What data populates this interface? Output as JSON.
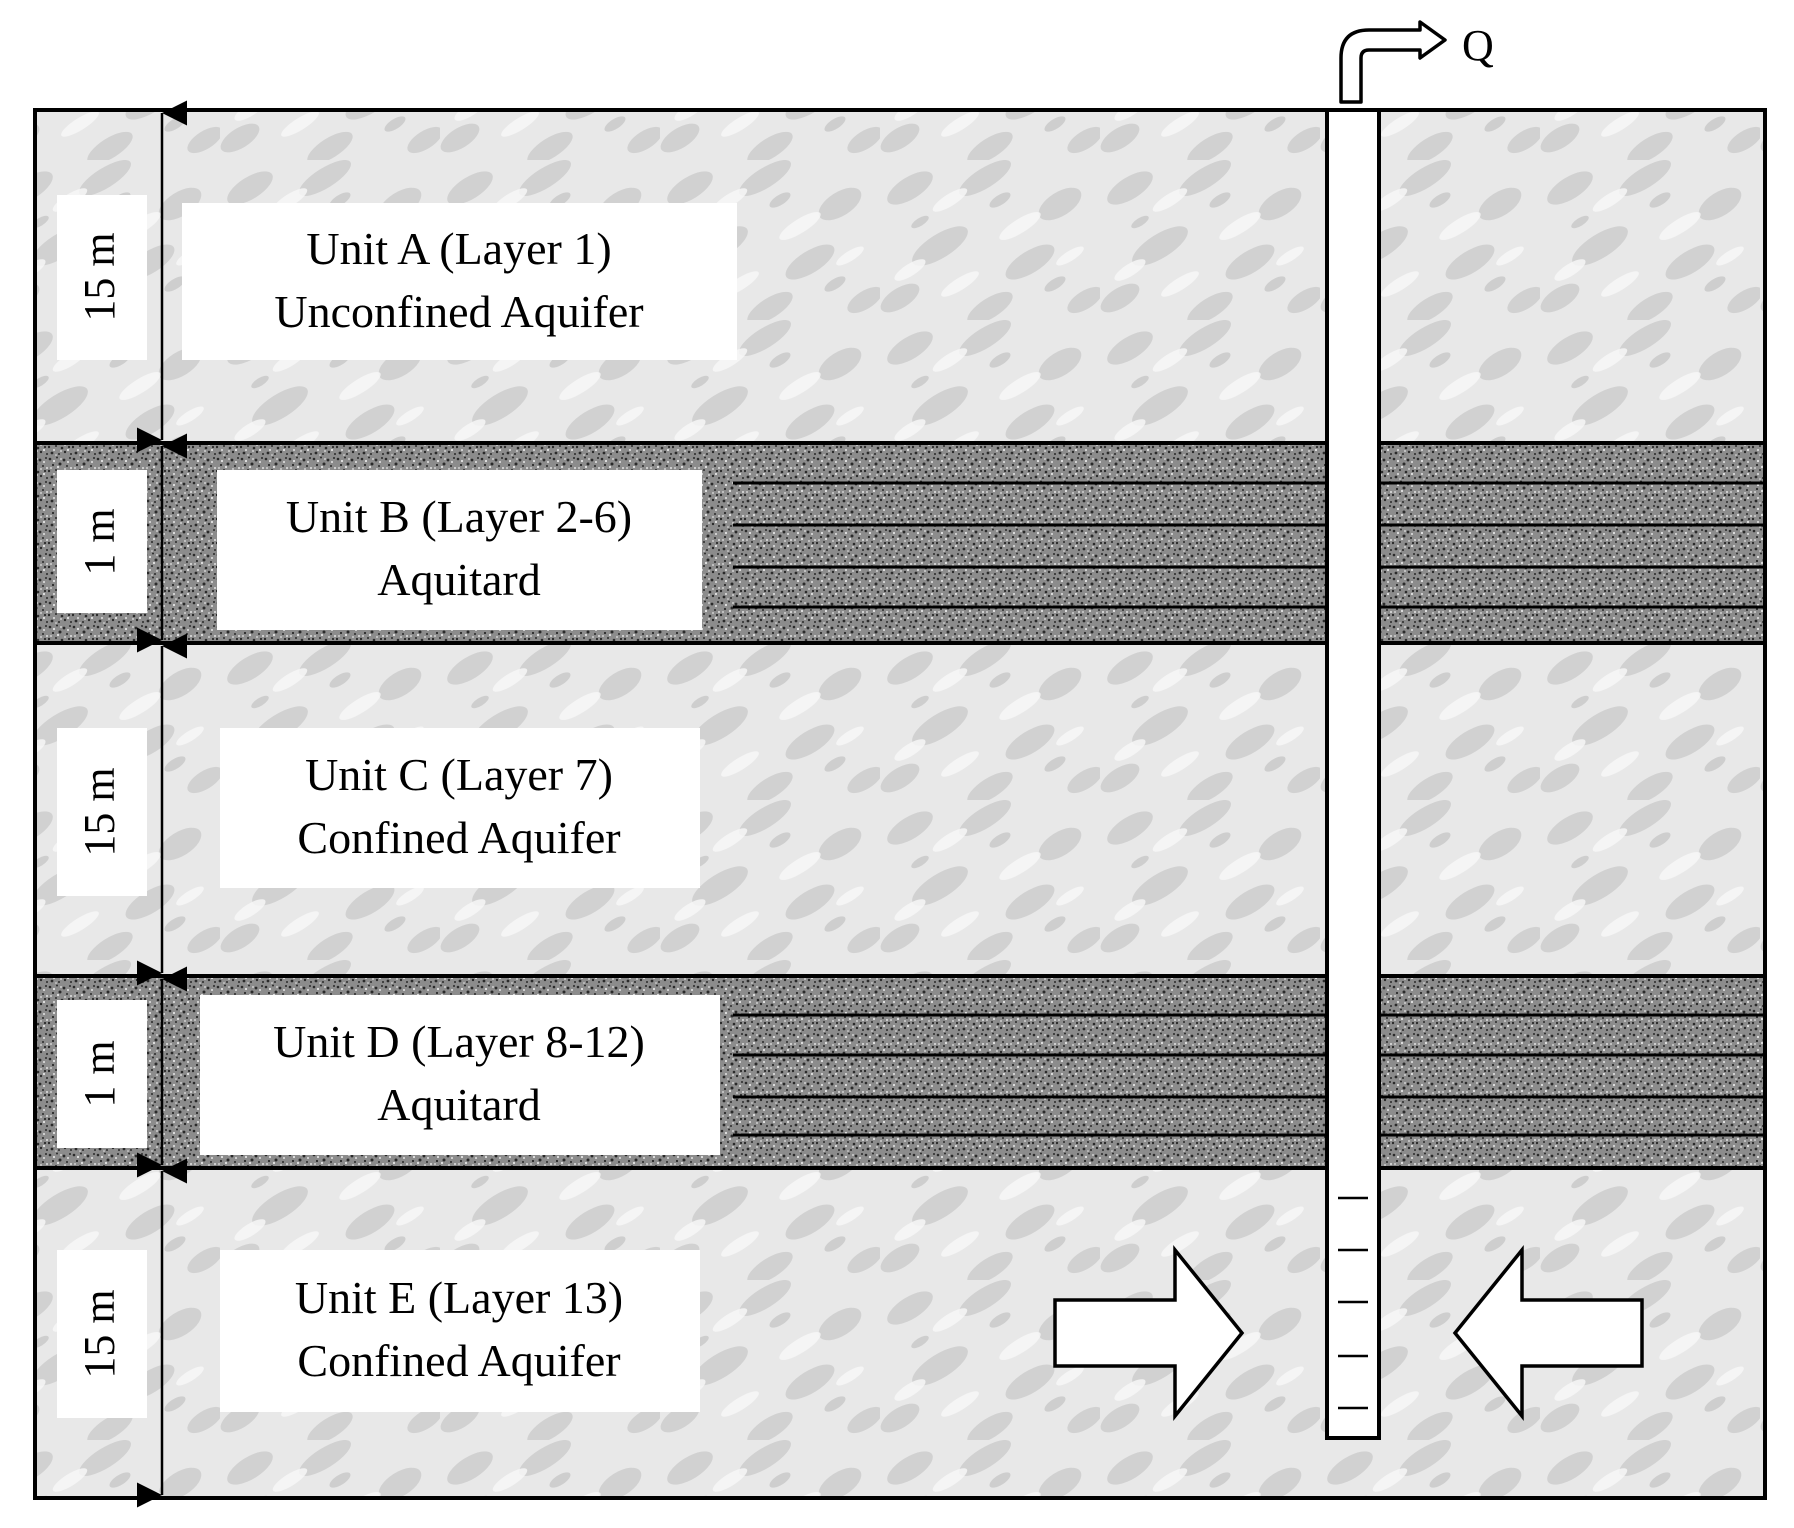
{
  "discharge_label": "Q",
  "units": [
    {
      "id": "a",
      "kind": "aquifer",
      "thickness_label": "15 m",
      "line1": "Unit A (Layer 1)",
      "line2": "Unconfined Aquifer"
    },
    {
      "id": "b",
      "kind": "aquitard",
      "thickness_label": "1 m",
      "line1": "Unit B (Layer 2-6)",
      "line2": "Aquitard"
    },
    {
      "id": "c",
      "kind": "aquifer",
      "thickness_label": "15 m",
      "line1": "Unit C (Layer 7)",
      "line2": "Confined Aquifer"
    },
    {
      "id": "d",
      "kind": "aquitard",
      "thickness_label": "1 m",
      "line1": "Unit D (Layer 8-12)",
      "line2": "Aquitard"
    },
    {
      "id": "e",
      "kind": "aquifer",
      "thickness_label": "15 m",
      "line1": "Unit E (Layer 13)",
      "line2": "Confined Aquifer"
    }
  ],
  "colors": {
    "aquifer_fill": "#e6e6e6",
    "aquitard_fill": "#8a8a8a",
    "outline": "#000000",
    "label_box": "#ffffff"
  }
}
